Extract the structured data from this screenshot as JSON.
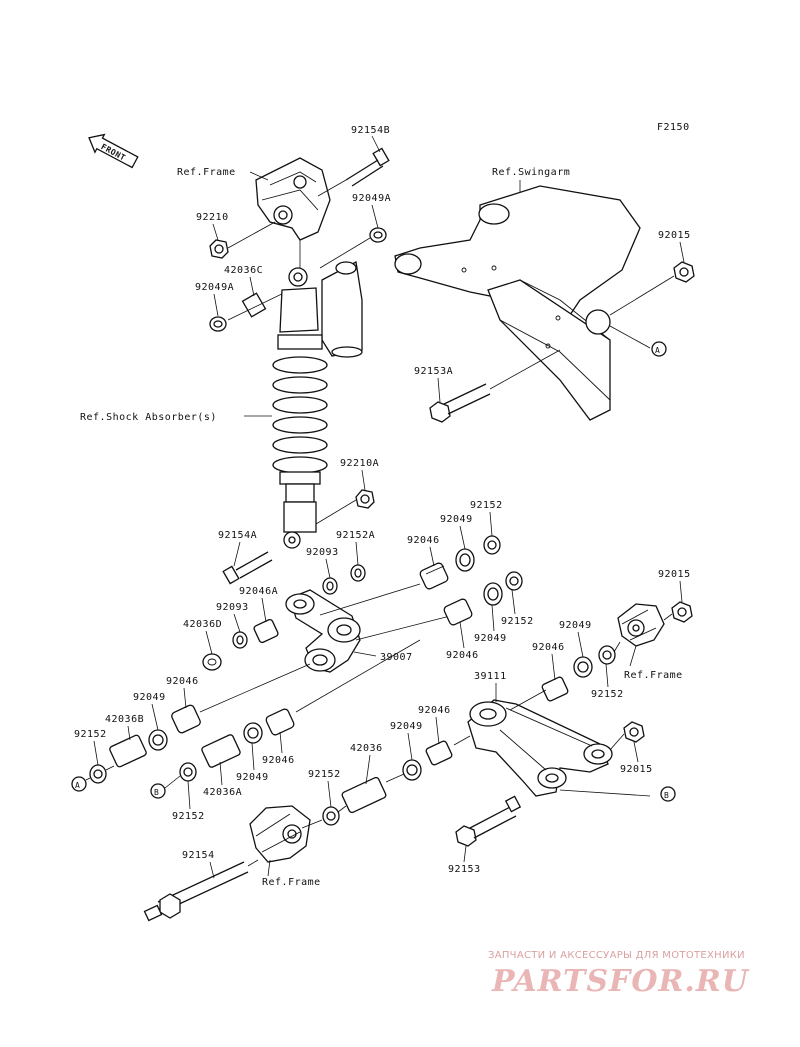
{
  "figure_code": "F2150",
  "front_label": "FRONT",
  "refs": {
    "frame_top": "Ref.Frame",
    "swingarm": "Ref.Swingarm",
    "shock": "Ref.Shock Absorber(s)",
    "frame_right": "Ref.Frame",
    "frame_bottom": "Ref.Frame"
  },
  "part_numbers": {
    "p92154B": "92154B",
    "p92049A_top": "92049A",
    "p92210": "92210",
    "p42036C": "42036C",
    "p92049A_left": "92049A",
    "p92015_top": "92015",
    "p92153A": "92153A",
    "p92210A": "92210A",
    "p92152_top": "92152",
    "p92049_top": "92049",
    "p92154A": "92154A",
    "p92152A": "92152A",
    "p92046_a": "92046",
    "p92093_a": "92093",
    "p92046A": "92046A",
    "p92093_b": "92093",
    "p42036D": "42036D",
    "p92152_mid": "92152",
    "p92049_mid": "92049",
    "p92015_right": "92015",
    "p92046_b": "92046",
    "p39007": "39007",
    "p92049_right": "92049",
    "p92046_c": "92046",
    "p39111": "39111",
    "p92152_right": "92152",
    "p92046_d": "92046",
    "p92049_d": "92049",
    "p42036B": "42036B",
    "p92152_left": "92152",
    "p92049_lower": "92049",
    "p92046_lower": "92046",
    "p92015_low": "92015",
    "p92046_e": "92046",
    "p42036": "42036",
    "p42036A": "42036A",
    "p92049_e": "92049",
    "p92152_b": "92152",
    "p92152_c": "92152",
    "p92154": "92154",
    "p92153": "92153"
  },
  "callouts": {
    "a": "A",
    "b": "B"
  },
  "watermark": {
    "caption": "ЗАПЧАСТИ И АКСЕССУАРЫ ДЛЯ МОТОТЕХНИКИ",
    "logo": "PARTSFOR.RU"
  }
}
